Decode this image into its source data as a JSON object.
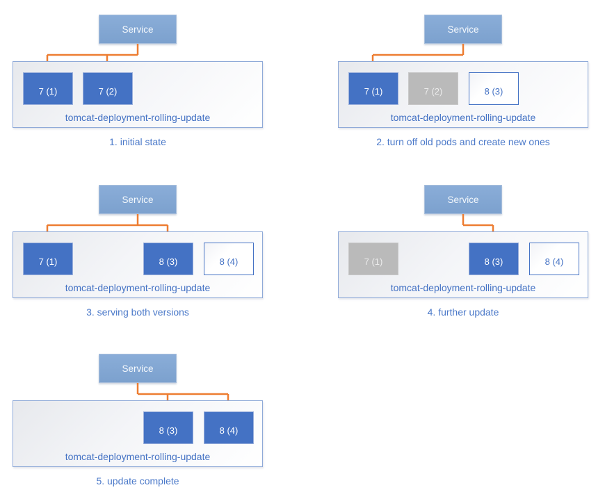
{
  "service_label": "Service",
  "deployment_label": "tomcat-deployment-rolling-update",
  "colors": {
    "pod_active_fill": "#4472C4",
    "pod_terminating_fill": "#BABABA",
    "pod_new_border": "#4472C4",
    "service_fill": "#81A5D2",
    "arrow_orange": "#ED7D31",
    "caption_text": "#4B79C9",
    "label_text": "#4472C4"
  },
  "stages": [
    {
      "caption": "1. initial state",
      "pods": [
        {
          "label": "7 (1)",
          "state": "active",
          "slot": 0,
          "receives_traffic": true
        },
        {
          "label": "7 (2)",
          "state": "active",
          "slot": 1,
          "receives_traffic": true
        }
      ]
    },
    {
      "caption": "2. turn off old pods and create new ones",
      "pods": [
        {
          "label": "7 (1)",
          "state": "active",
          "slot": 0,
          "receives_traffic": true
        },
        {
          "label": "7 (2)",
          "state": "terminating",
          "slot": 1,
          "receives_traffic": false
        },
        {
          "label": "8 (3)",
          "state": "new",
          "slot": 2,
          "receives_traffic": false
        }
      ]
    },
    {
      "caption": "3. serving both versions",
      "pods": [
        {
          "label": "7 (1)",
          "state": "active",
          "slot": 0,
          "receives_traffic": true
        },
        {
          "label": "8 (3)",
          "state": "active",
          "slot": 2,
          "receives_traffic": true
        },
        {
          "label": "8 (4)",
          "state": "new",
          "slot": 3,
          "receives_traffic": false
        }
      ]
    },
    {
      "caption": "4. further update",
      "pods": [
        {
          "label": "7 (1)",
          "state": "terminating",
          "slot": 0,
          "receives_traffic": false
        },
        {
          "label": "8 (3)",
          "state": "active",
          "slot": 2,
          "receives_traffic": true
        },
        {
          "label": "8 (4)",
          "state": "new",
          "slot": 3,
          "receives_traffic": false
        }
      ]
    },
    {
      "caption": "5. update complete",
      "pods": [
        {
          "label": "8 (3)",
          "state": "active",
          "slot": 2,
          "receives_traffic": true
        },
        {
          "label": "8 (4)",
          "state": "active",
          "slot": 3,
          "receives_traffic": true
        }
      ]
    }
  ]
}
